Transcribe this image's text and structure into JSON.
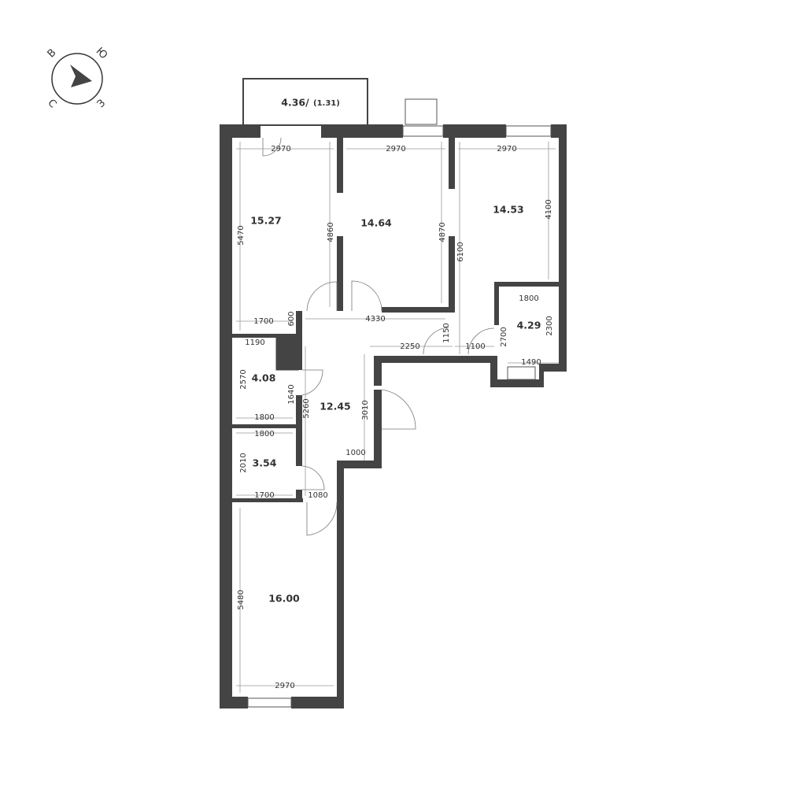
{
  "compass": {
    "east": "В",
    "south": "Ю",
    "north": "С",
    "west": "З"
  },
  "balcony": {
    "area": "4.36/",
    "reduced": "(1.31)"
  },
  "rooms": [
    {
      "id": "bedroom-1",
      "area": "15.27"
    },
    {
      "id": "bedroom-2",
      "area": "14.64"
    },
    {
      "id": "bedroom-3",
      "area": "14.53"
    },
    {
      "id": "bathroom-right",
      "area": "4.29"
    },
    {
      "id": "bathroom-left",
      "area": "4.08"
    },
    {
      "id": "hall",
      "area": "12.45"
    },
    {
      "id": "wc",
      "area": "3.54"
    },
    {
      "id": "living",
      "area": "16.00"
    }
  ],
  "dims": [
    "2970",
    "2970",
    "2970",
    "5470",
    "4860",
    "4870",
    "6100",
    "4100",
    "1800",
    "2300",
    "2700",
    "1490",
    "1700",
    "600",
    "4330",
    "1150",
    "2250",
    "1100",
    "1190",
    "2570",
    "1640",
    "5260",
    "3010",
    "1800",
    "1800",
    "1000",
    "2010",
    "1700",
    "1080",
    "5480",
    "2970"
  ]
}
